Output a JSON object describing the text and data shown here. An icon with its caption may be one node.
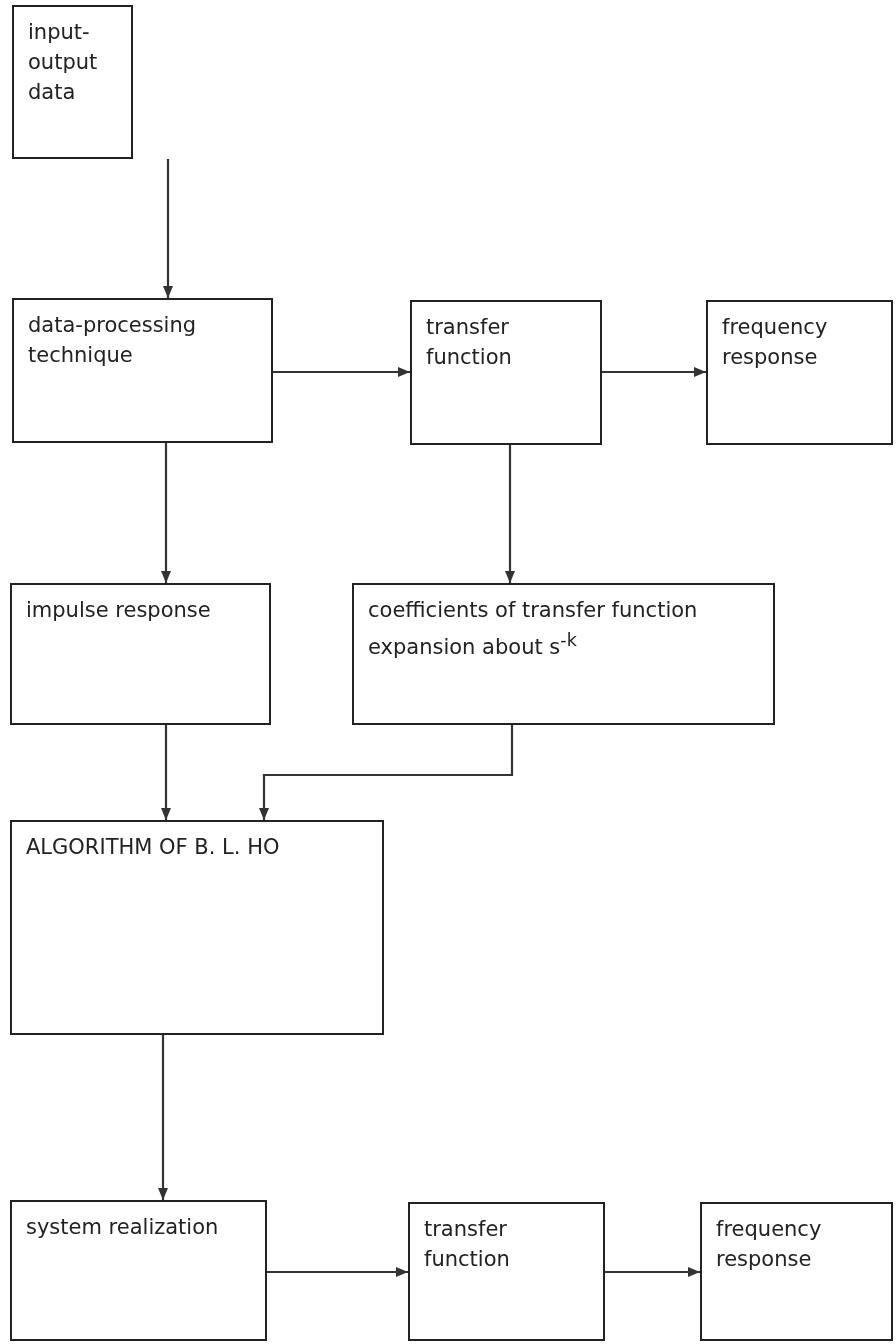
{
  "diagram": {
    "nodes": [
      {
        "text": [
          "input-output data"
        ]
      },
      {
        "text": [
          "data-processing technique"
        ]
      },
      {
        "text": [
          "transfer function"
        ]
      },
      {
        "text": [
          "frequency response"
        ]
      },
      {
        "text": [
          "impulse response"
        ]
      },
      {
        "text": [
          "coefficients of transfer function expansion about s$^{-k}$"
        ]
      },
      {
        "text": [
          "ALGORITHM OF B. L. HO"
        ]
      },
      {
        "text": [
          "system realization"
        ]
      },
      {
        "text": [
          "transfer function"
        ]
      },
      {
        "text": [
          "frequency response"
        ]
      }
    ],
    "edges": [
      {
        "from": 0,
        "to": 1,
        "arrow": "to"
      },
      {
        "from": 1,
        "to": 2,
        "arrow": "to"
      },
      {
        "from": 2,
        "to": 3,
        "arrow": "to"
      },
      {
        "from": 1,
        "to": 4,
        "arrow": "to"
      },
      {
        "from": 2,
        "to": 5,
        "arrow": "to"
      },
      {
        "from": 4,
        "to": 6,
        "arrow": "to"
      },
      {
        "from": 5,
        "to": 6,
        "arrow": "to"
      },
      {
        "from": 6,
        "to": 7,
        "arrow": "to"
      },
      {
        "from": 7,
        "to": 8,
        "arrow": "to"
      },
      {
        "from": 8,
        "to": 9,
        "arrow": "to"
      }
    ]
  }
}
